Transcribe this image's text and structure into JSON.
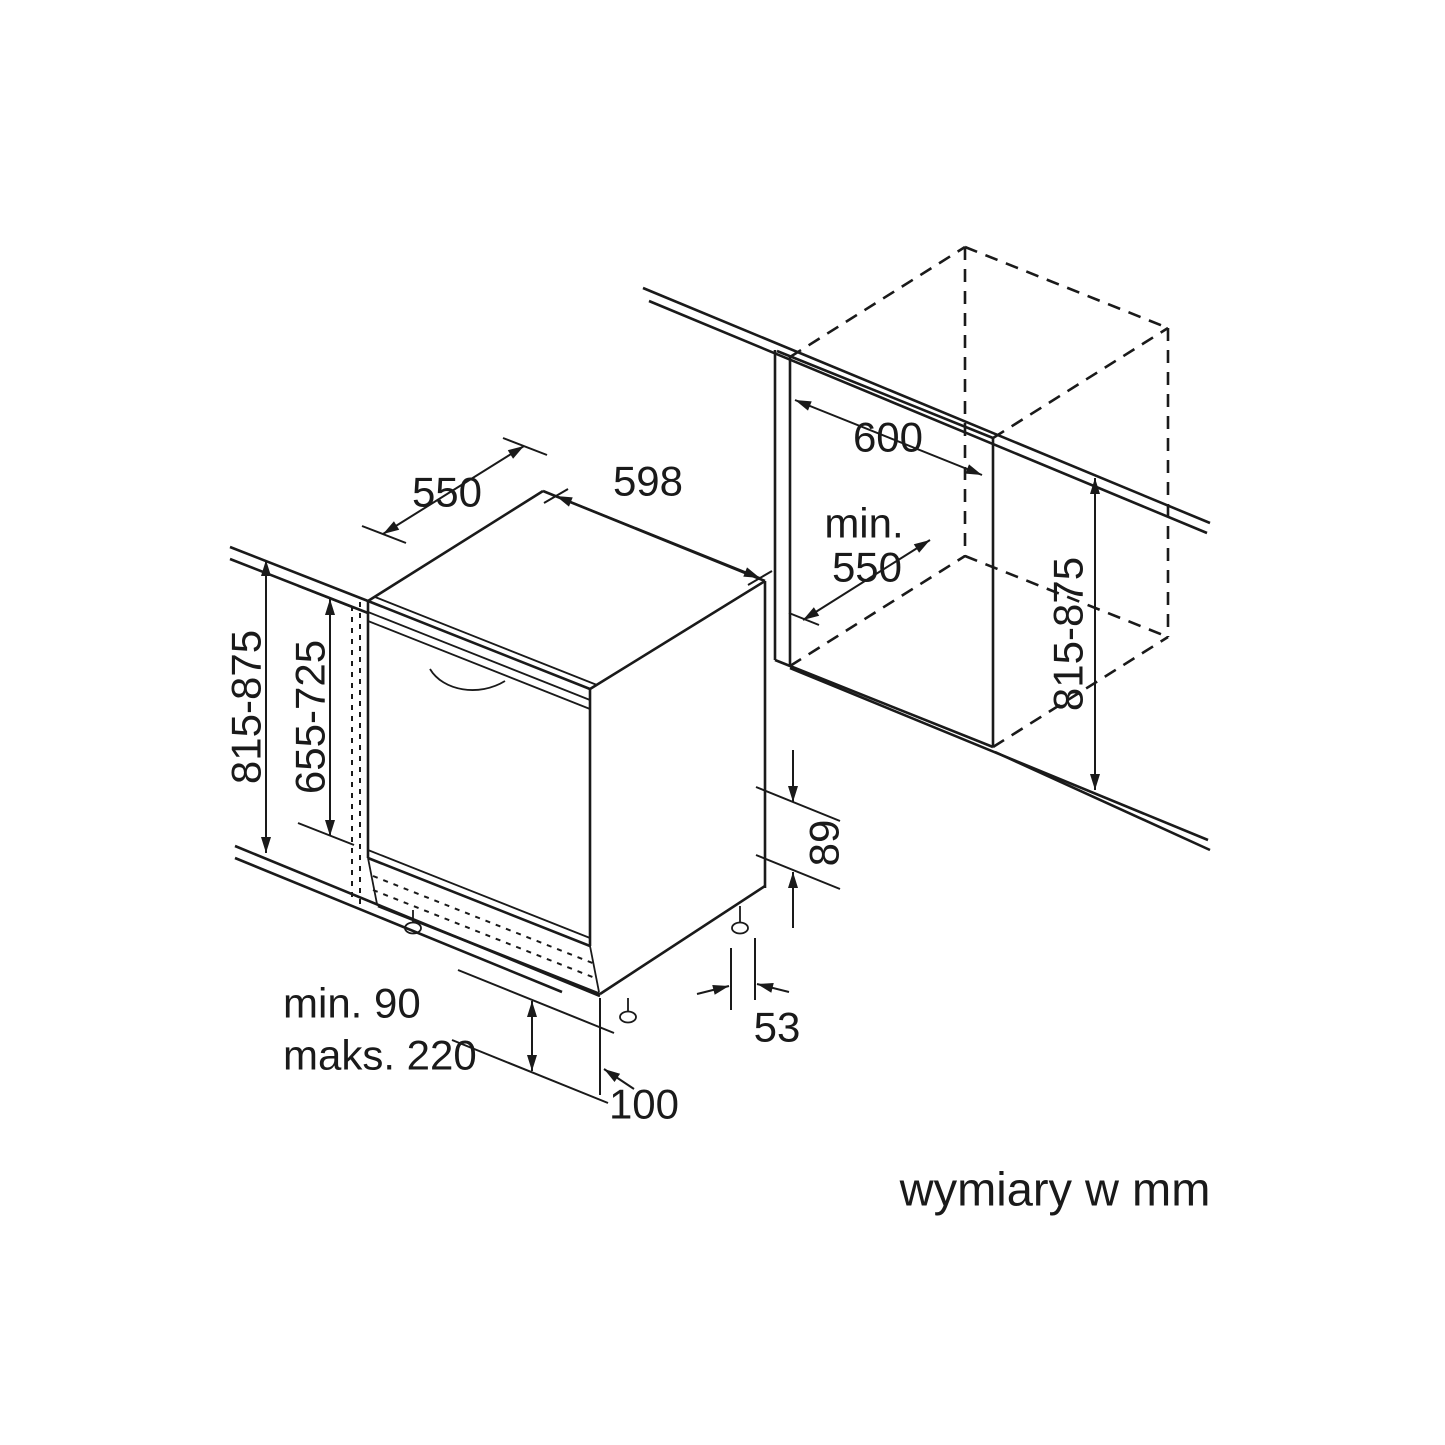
{
  "figure": {
    "type": "installation-dimension-diagram",
    "subject": "built-in dishwasher and cabinet niche",
    "units_note": "wymiary w mm",
    "line_color": "#1a1a1a",
    "background_color": "#ffffff"
  },
  "dimensions": {
    "appliance_depth": "550",
    "appliance_width": "598",
    "appliance_height": "815-875",
    "furniture_door_height": "655-725",
    "niche_width": "600",
    "niche_depth_min_line1": "min.",
    "niche_depth_min_line2": "550",
    "niche_height": "815-875",
    "base_rear_height": "89",
    "rear_foot_offset": "53",
    "plinth_min": "min. 90",
    "plinth_max": "maks. 220",
    "plinth_depth": "100"
  }
}
